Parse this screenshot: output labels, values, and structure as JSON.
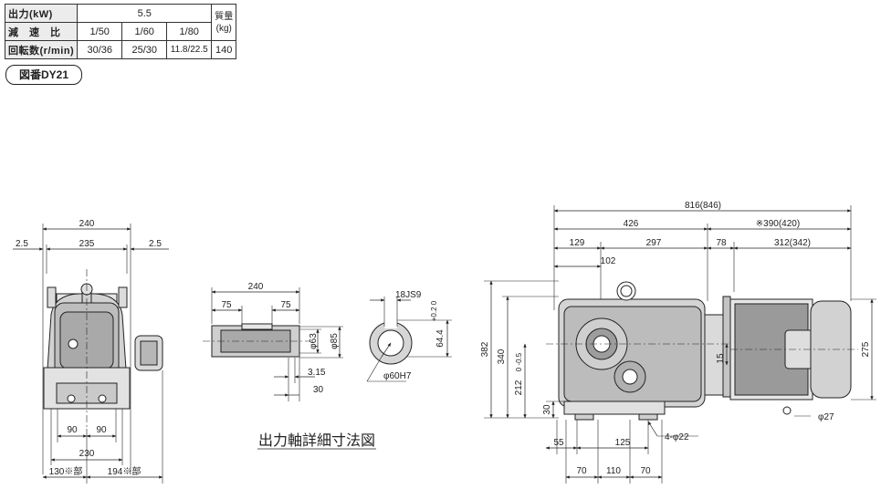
{
  "spec_table": {
    "row1_label": "出力(kW)",
    "power": "5.5",
    "mass_header": "質量\n(kg)",
    "row2_label": "減　速　比",
    "ratios": [
      "1/50",
      "1/60",
      "1/80"
    ],
    "row3_label": "回転数(r/min)",
    "speeds": [
      "30/36",
      "25/30",
      "11.8/22.5"
    ],
    "mass": "140"
  },
  "figure_badge": "図番DY21",
  "front_view": {
    "top_width": "240",
    "inner_width": "235",
    "offset_left": "2.5",
    "offset_right": "2.5",
    "foot_left": "90",
    "foot_right": "90",
    "foot_span": "230",
    "bottom_left": "130※部",
    "bottom_right": "194※部"
  },
  "shaft_detail": {
    "length": "240",
    "left_seg": "75",
    "right_seg": "75",
    "d1": "φ63",
    "d2": "φ85",
    "key_offset": "3.15",
    "key_len": "30",
    "keyway": "18JS9",
    "tol": "+0.2\n0",
    "key_depth": "64.4",
    "bore": "φ60H7",
    "caption": "出力軸詳細寸法図"
  },
  "side_view": {
    "overall": "816(846)",
    "gear_len": "426",
    "motor_len": "※390(420)",
    "d129": "129",
    "d297": "297",
    "d78": "78",
    "d312": "312(342)",
    "d102": "102",
    "h382": "382",
    "h340": "340",
    "h212": "212",
    "h212_tol": "0\n-0.5",
    "h30": "30",
    "h15": "15",
    "h275": "275",
    "phi27": "φ27",
    "d55": "55",
    "d125": "125",
    "holes": "4-φ22",
    "b70a": "70",
    "b110": "110",
    "b70b": "70"
  }
}
